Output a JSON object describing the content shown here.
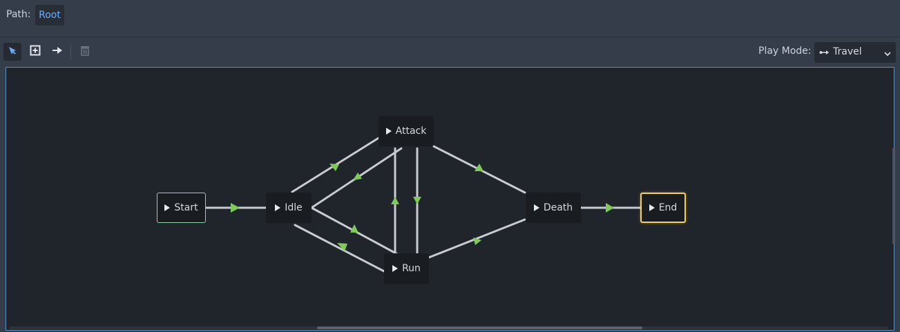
{
  "path": {
    "label": "Path:",
    "value": "Root"
  },
  "toolbar": {
    "tools": [
      {
        "name": "select-tool",
        "icon": "pointer-icon",
        "active": true
      },
      {
        "name": "create-node-tool",
        "icon": "add-node-icon",
        "active": false
      },
      {
        "name": "connect-tool",
        "icon": "connect-icon",
        "active": false
      },
      {
        "name": "delete-tool",
        "icon": "trash-icon",
        "active": false
      }
    ],
    "play_mode_label": "Play Mode:",
    "play_mode_value": "Travel",
    "play_mode_icon": "travel-icon"
  },
  "nodes": {
    "start": "Start",
    "idle": "Idle",
    "attack": "Attack",
    "run": "Run",
    "death": "Death",
    "end": "End"
  },
  "colors": {
    "accent": "#6ab0ff",
    "arrow": "#7ecb5a",
    "edge": "#c8cbd0",
    "start_border": "#8fd7a8",
    "end_border": "#f6d15e",
    "graph_bg": "#20242b"
  }
}
